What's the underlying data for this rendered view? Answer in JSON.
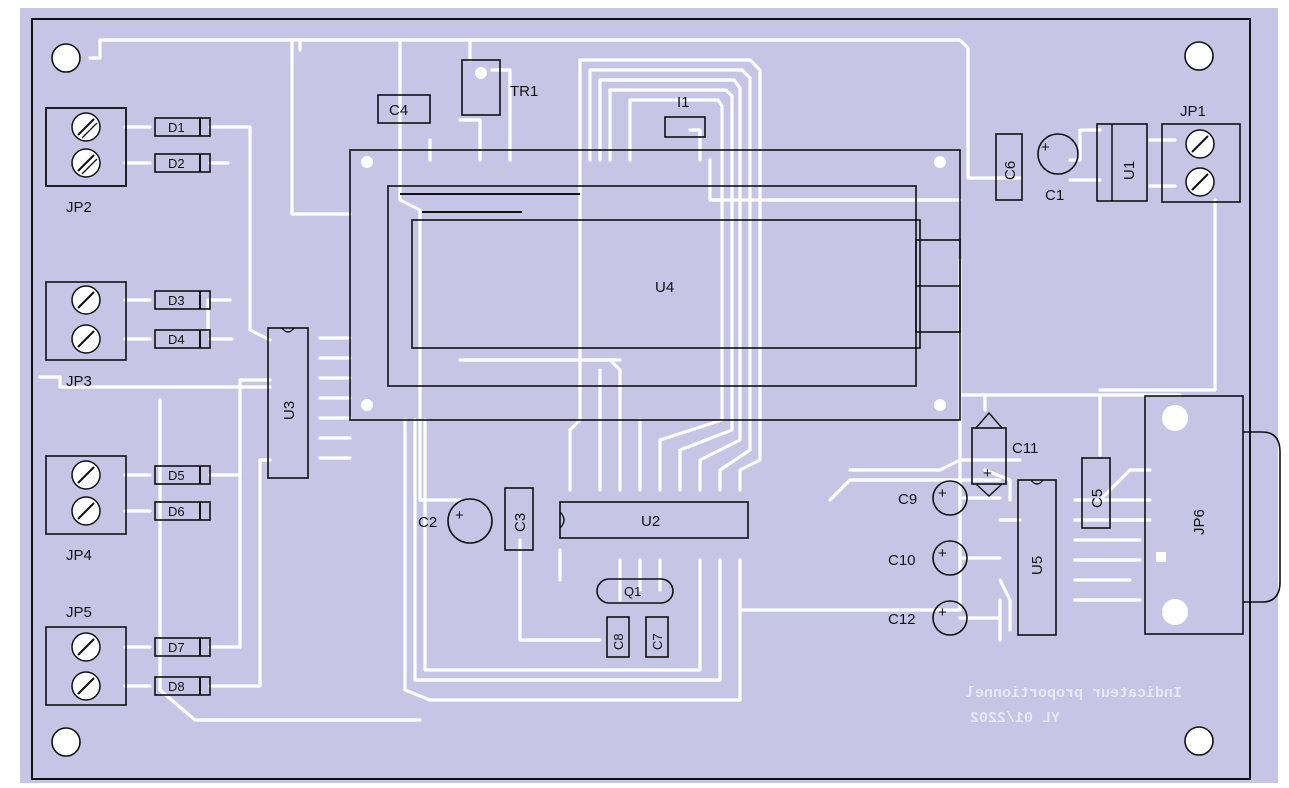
{
  "board": {
    "background_color": "#c7c5e6",
    "trace_color": "#ffffff",
    "silkscreen_color": "#111111",
    "mirrored_text_line1": "Indicateur proportionnel",
    "mirrored_text_line2": "YL 01/2202"
  },
  "labels": {
    "jp1": "JP1",
    "jp2": "JP2",
    "jp3": "JP3",
    "jp4": "JP4",
    "jp5": "JP5",
    "jp6": "JP6",
    "d1": "D1",
    "d2": "D2",
    "d3": "D3",
    "d4": "D4",
    "d5": "D5",
    "d6": "D6",
    "d7": "D7",
    "d8": "D8",
    "u1": "U1",
    "u2": "U2",
    "u3": "U3",
    "u4": "U4",
    "u5": "U5",
    "c1": "C1",
    "c2": "C2",
    "c3": "C3",
    "c4": "C4",
    "c5": "C5",
    "c6": "C6",
    "c7": "C7",
    "c8": "C8",
    "c9": "C9",
    "c10": "C10",
    "c11": "C11",
    "c12": "C12",
    "tr1": "TR1",
    "i1": "I1",
    "q1": "Q1",
    "plus": "+"
  }
}
